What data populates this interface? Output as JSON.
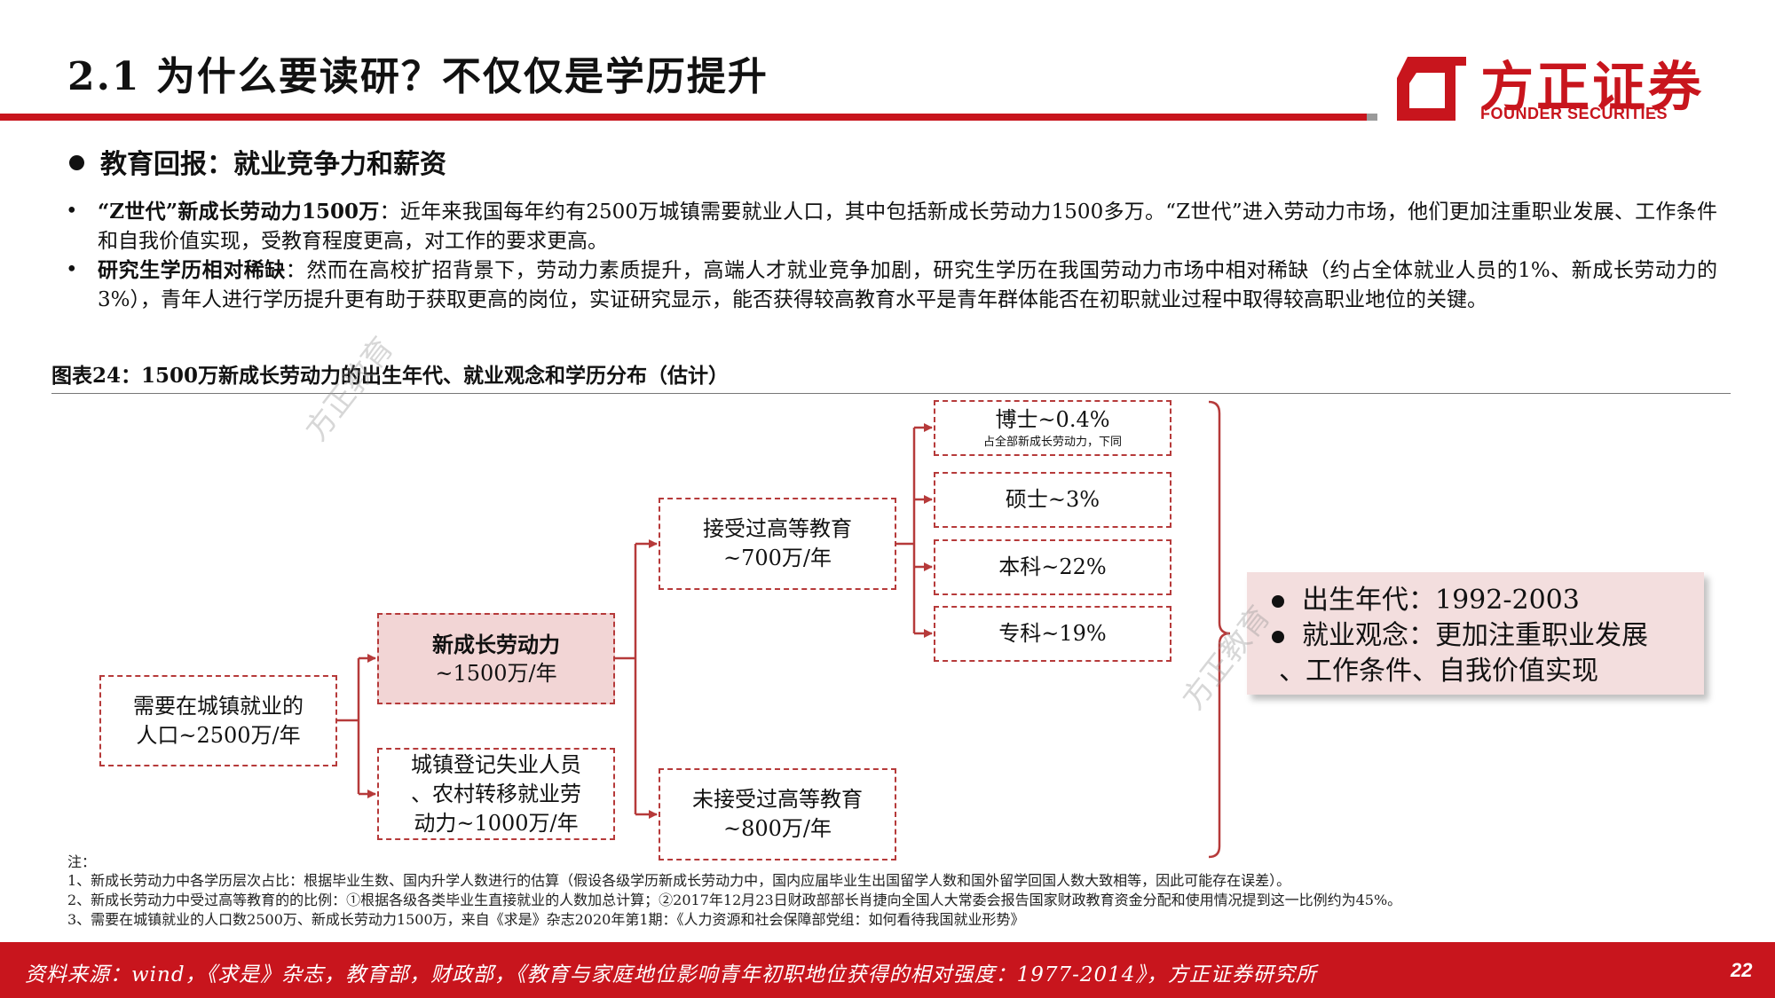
{
  "header": {
    "title": "2.1 为什么要读研？不仅仅是学历提升"
  },
  "logo": {
    "cn": "方正证券",
    "en": "FOUNDER SECURITIES",
    "color": "#c8151d"
  },
  "section": {
    "heading": "教育回报：就业竞争力和薪资"
  },
  "paragraphs": [
    {
      "lead": "“Z世代”新成长劳动力1500万",
      "text": "：近年来我国每年约有2500万城镇需要就业人口，其中包括新成长劳动力1500多万。“Z世代”进入劳动力市场，他们更加注重职业发展、工作条件和自我价值实现，受教育程度更高，对工作的要求更高。"
    },
    {
      "lead": "研究生学历相对稀缺",
      "text": "：然而在高校扩招背景下，劳动力素质提升，高端人才就业竞争加剧，研究生学历在我国劳动力市场中相对稀缺（约占全体就业人员的1%、新成长劳动力的3%），青年人进行学历提升更有助于获取更高的岗位，实证研究显示，能否获得较高教育水平是青年群体能否在初职就业过程中取得较高职业地位的关键。"
    }
  ],
  "figure": {
    "caption": "图表24：1500万新成长劳动力的出生年代、就业观念和学历分布（估计）"
  },
  "diagram": {
    "urban": {
      "line1": "需要在城镇就业的",
      "line2": "人口~2500万/年"
    },
    "new_labor": {
      "line1": "新成长劳动力",
      "line2": "~1500万/年"
    },
    "unemployed": {
      "line1": "城镇登记失业人员",
      "line2": "、农村转移就业劳",
      "line3": "动力~1000万/年"
    },
    "higher_edu": {
      "line1": "接受过高等教育",
      "line2": "~700万/年"
    },
    "no_higher_edu": {
      "line1": "未接受过高等教育",
      "line2": "~800万/年"
    },
    "phd": {
      "line1": "博士~0.4%",
      "note": "占全部新成长劳动力，下同"
    },
    "master": "硕士~3%",
    "bachelor": "本科~22%",
    "college": "专科~19%",
    "info": {
      "item1": "出生年代：1992-2003",
      "item2a": "就业观念：更加注重职业发展",
      "item2b": "、工作条件、自我价值实现"
    },
    "colors": {
      "border": "#b63a3a",
      "highlight_fill": "#f2d5d5",
      "info_fill": "#f3dede"
    }
  },
  "watermark": "方正教育",
  "notes": {
    "head": "注：",
    "n1": "1、新成长劳动力中各学历层次占比：根据毕业生数、国内升学人数进行的估算（假设各级学历新成长劳动力中，国内应届毕业生出国留学人数和国外留学回国人数大致相等，因此可能存在误差）。",
    "n2": "2、新成长劳动力中受过高等教育的的比例：①根据各级各类毕业生直接就业的人数加总计算；②2017年12月23日财政部部长肖捷向全国人大常委会报告国家财政教育资金分配和使用情况提到这一比例约为45%。",
    "n3": "3、需要在城镇就业的人口数2500万、新成长劳动力1500万，来自《求是》杂志2020年第1期：《人力资源和社会保障部党组：如何看待我国就业形势》"
  },
  "footer": {
    "source": "资料来源：wind，《求是》杂志，教育部，财政部，《教育与家庭地位影响青年初职地位获得的相对强度：1977-2014》，方正证券研究所",
    "page": "22"
  }
}
